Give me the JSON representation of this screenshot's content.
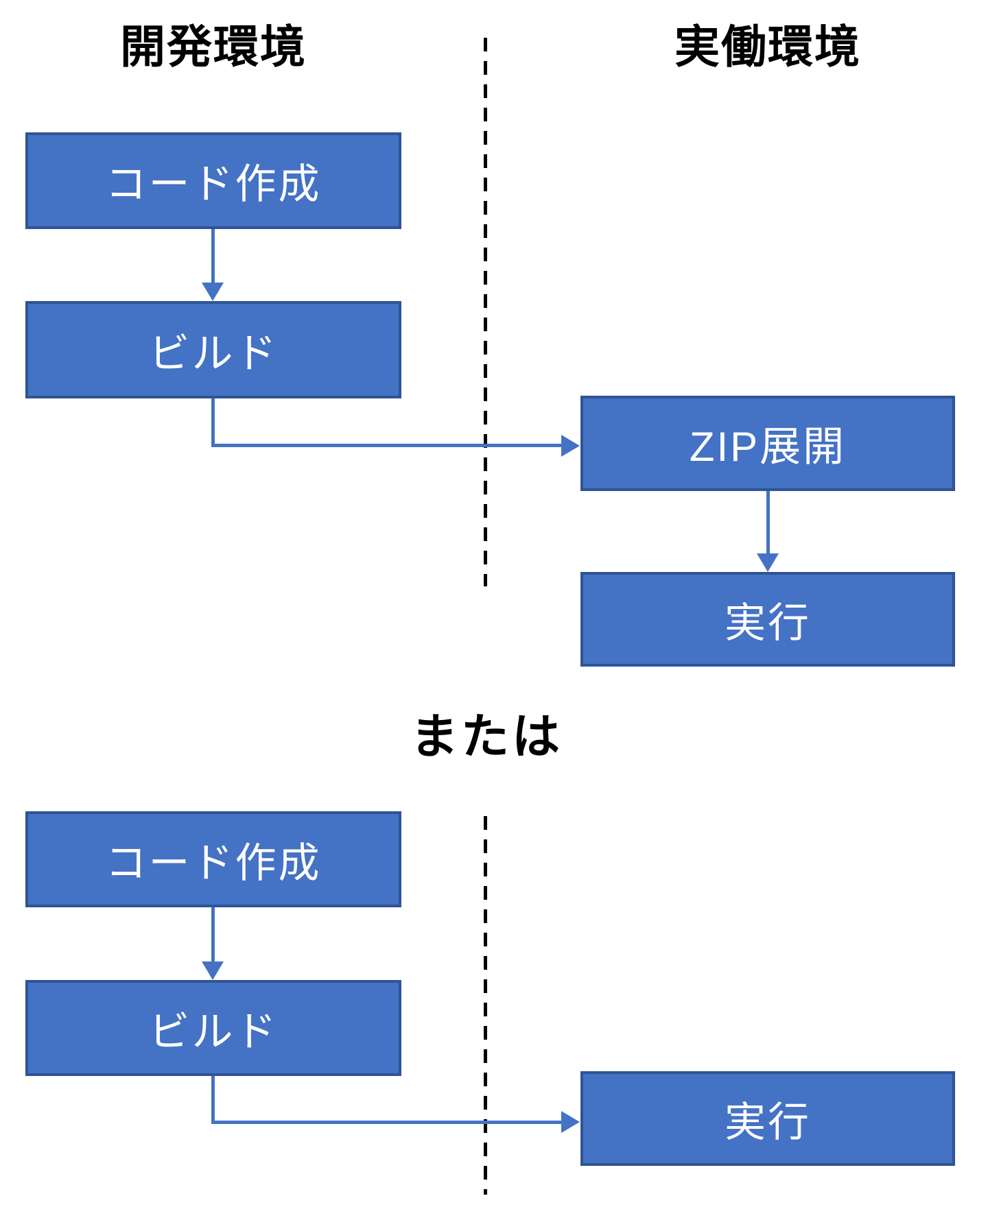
{
  "titles": {
    "left": "開発環境",
    "right": "実働環境"
  },
  "divider_label": "または",
  "flow_top": {
    "boxes": [
      {
        "label": "コード作成"
      },
      {
        "label": "ビルド"
      },
      {
        "label": "ZIP展開"
      },
      {
        "label": "実行"
      }
    ]
  },
  "flow_bottom": {
    "boxes": [
      {
        "label": "コード作成"
      },
      {
        "label": "ビルド"
      },
      {
        "label": "実行"
      }
    ]
  },
  "colors": {
    "box_fill": "#4472C4",
    "box_border": "#2F5496",
    "connector": "#4472C4",
    "divider_line": "#000000",
    "box_text": "#FFFFFF",
    "title_text": "#000000",
    "background": "#FFFFFF"
  }
}
